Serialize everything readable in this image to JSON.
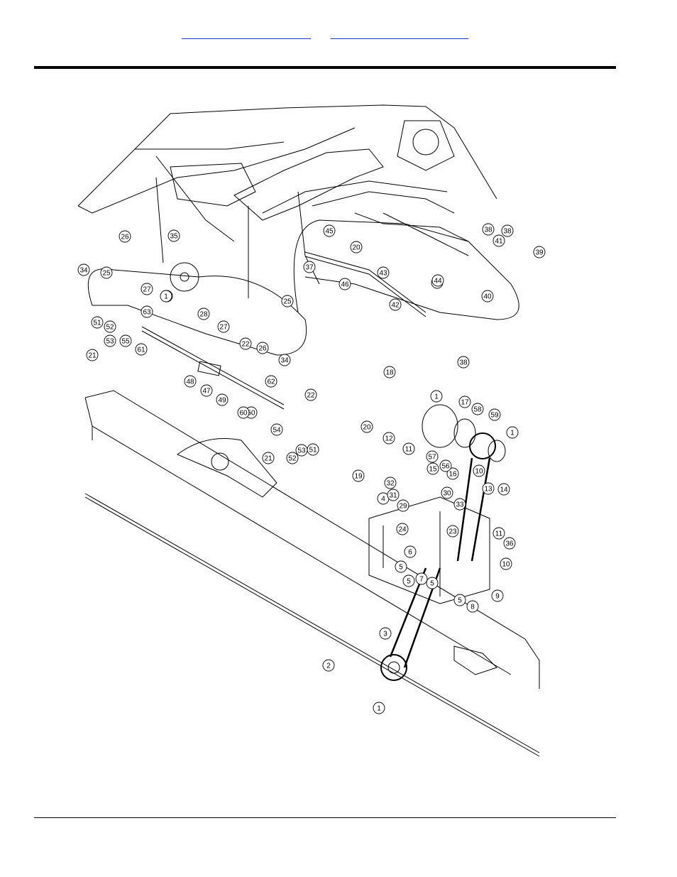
{
  "header": {
    "links": [
      {
        "label": ""
      },
      {
        "label": ""
      }
    ]
  },
  "diagram": {
    "callouts": [
      {
        "n": "1"
      },
      {
        "n": "2"
      },
      {
        "n": "3"
      },
      {
        "n": "4"
      },
      {
        "n": "5"
      },
      {
        "n": "6"
      },
      {
        "n": "7"
      },
      {
        "n": "8"
      },
      {
        "n": "9"
      },
      {
        "n": "10"
      },
      {
        "n": "11"
      },
      {
        "n": "12"
      },
      {
        "n": "13"
      },
      {
        "n": "14"
      },
      {
        "n": "15"
      },
      {
        "n": "16"
      },
      {
        "n": "17"
      },
      {
        "n": "18"
      },
      {
        "n": "19"
      },
      {
        "n": "20"
      },
      {
        "n": "21"
      },
      {
        "n": "22"
      },
      {
        "n": "23"
      },
      {
        "n": "24"
      },
      {
        "n": "25"
      },
      {
        "n": "26"
      },
      {
        "n": "27"
      },
      {
        "n": "28"
      },
      {
        "n": "29"
      },
      {
        "n": "30"
      },
      {
        "n": "31"
      },
      {
        "n": "32"
      },
      {
        "n": "33"
      },
      {
        "n": "34"
      },
      {
        "n": "35"
      },
      {
        "n": "36"
      },
      {
        "n": "37"
      },
      {
        "n": "38"
      },
      {
        "n": "39"
      },
      {
        "n": "40"
      },
      {
        "n": "41"
      },
      {
        "n": "42"
      },
      {
        "n": "43"
      },
      {
        "n": "44"
      },
      {
        "n": "45"
      },
      {
        "n": "46"
      },
      {
        "n": "47"
      },
      {
        "n": "48"
      },
      {
        "n": "49"
      },
      {
        "n": "50"
      },
      {
        "n": "51"
      },
      {
        "n": "52"
      },
      {
        "n": "53"
      },
      {
        "n": "54"
      },
      {
        "n": "55"
      },
      {
        "n": "56"
      },
      {
        "n": "57"
      },
      {
        "n": "58"
      },
      {
        "n": "59"
      },
      {
        "n": "60"
      },
      {
        "n": "61"
      },
      {
        "n": "62"
      },
      {
        "n": "63"
      },
      {
        "n": "1"
      },
      {
        "n": "1"
      },
      {
        "n": "1"
      },
      {
        "n": "1"
      },
      {
        "n": "5"
      },
      {
        "n": "5"
      },
      {
        "n": "5"
      },
      {
        "n": "10"
      },
      {
        "n": "11"
      },
      {
        "n": "20"
      },
      {
        "n": "21"
      },
      {
        "n": "22"
      },
      {
        "n": "25"
      },
      {
        "n": "26"
      },
      {
        "n": "27"
      },
      {
        "n": "34"
      },
      {
        "n": "38"
      },
      {
        "n": "38"
      },
      {
        "n": "44"
      },
      {
        "n": "51"
      },
      {
        "n": "52"
      },
      {
        "n": "53"
      }
    ]
  }
}
